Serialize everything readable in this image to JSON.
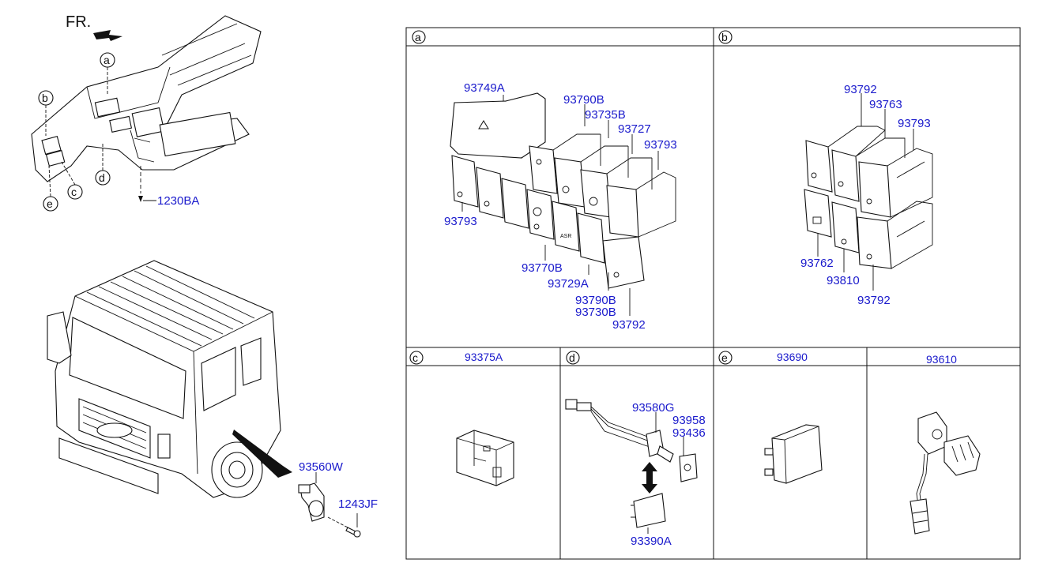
{
  "header": {
    "front_label": "FR."
  },
  "left": {
    "callouts": [
      "a",
      "b",
      "c",
      "d",
      "e"
    ],
    "parts": {
      "screw": "1230BA",
      "door_switch": "93560W",
      "door_screw": "1243JF"
    }
  },
  "panel_a": {
    "tag": "a",
    "parts": [
      "93749A",
      "93790B",
      "93735B",
      "93727",
      "93793",
      "93793",
      "93770B",
      "93729A",
      "93790B",
      "93730B",
      "93792"
    ]
  },
  "panel_b": {
    "tag": "b",
    "parts": [
      "93792",
      "93763",
      "93793",
      "93762",
      "93810",
      "93792"
    ]
  },
  "panel_c": {
    "tag": "c",
    "part": "93375A"
  },
  "panel_d": {
    "tag": "d",
    "parts": [
      "93580G",
      "93958",
      "93436",
      "93390A"
    ]
  },
  "panel_e": {
    "tag": "e",
    "part": "93690"
  },
  "panel_f": {
    "part": "93610"
  },
  "colors": {
    "part_number": "#1a1acc",
    "line": "#111111"
  }
}
